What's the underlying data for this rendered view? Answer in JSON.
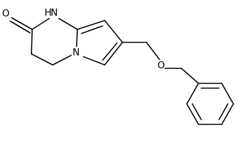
{
  "molecule": {
    "atoms": {
      "o_carbonyl": "O",
      "n_h": "H",
      "n_amide": "N",
      "n_ring": "N",
      "o_ether": "O"
    }
  }
}
